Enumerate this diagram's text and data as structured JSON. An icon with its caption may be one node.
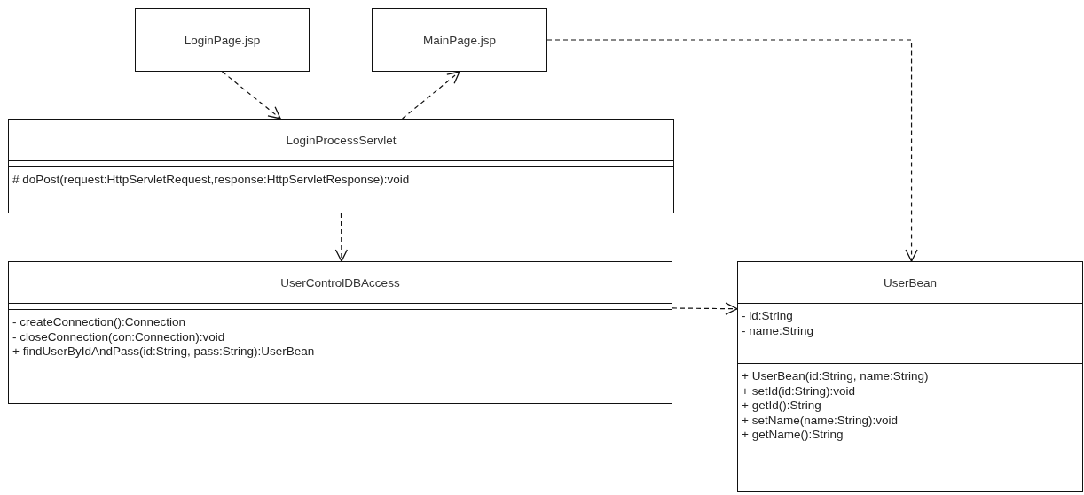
{
  "diagram": {
    "nodes": [
      {
        "text": [
          "LoginPage.jsp"
        ]
      },
      {
        "text": [
          "MainPage.jsp"
        ]
      },
      {
        "text": [
          "LoginProcessServlet"
        ]
      },
      {
        "text": [],
        "shape": "box",
        "in": 2
      },
      {
        "text": [
          "# doPost(request:HttpServletRequest,response:HttpServletResponse):void"
        ],
        "in": 2
      },
      {
        "text": [
          "UserControlDBAccess"
        ]
      },
      {
        "text": [],
        "shape": "box",
        "in": 5
      },
      {
        "text": [
          "- createConnection():Connection",
          "- closeConnection(con:Connection):void",
          "+ findUserByIdAndPass(id:String, pass:String):UserBean"
        ],
        "in": 5
      },
      {
        "text": [
          "UserBean"
        ]
      },
      {
        "text": [
          "- id:String",
          "- name:String"
        ],
        "in": 8
      },
      {
        "text": [
          "+ UserBean(id:String, name:String)",
          "+ setId(id:String):void",
          "+ getId():String",
          "+ setName(name:String):void",
          "+ getName():String"
        ],
        "in": 8
      }
    ],
    "edges": [
      {
        "from": 0,
        "to": 2,
        "arrow": "to",
        "style": "dashed"
      },
      {
        "from": 2,
        "to": 1,
        "arrow": "to",
        "style": "dashed"
      },
      {
        "from": 1,
        "to": 8,
        "arrow": "to",
        "style": "dashed"
      },
      {
        "from": 2,
        "to": 5,
        "arrow": "to",
        "style": "dashed"
      },
      {
        "from": 5,
        "to": 8,
        "arrow": "to",
        "style": "dashed"
      }
    ]
  }
}
